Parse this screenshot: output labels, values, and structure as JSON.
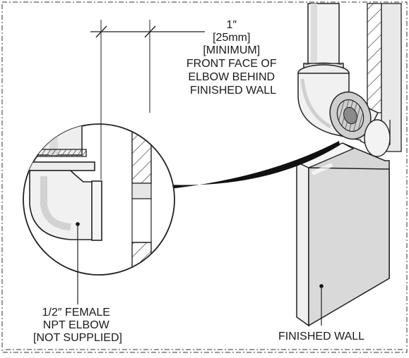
{
  "dimension": {
    "lines": [
      "1″",
      "[25mm]",
      "[MINIMUM]",
      "FRONT FACE OF",
      "ELBOW BEHIND",
      "FINISHED WALL"
    ]
  },
  "elbow_callout": {
    "lines": [
      "1/2″ FEMALE",
      "NPT ELBOW",
      "[NOT SUPPLIED]"
    ]
  },
  "wall_callout": {
    "label": "FINISHED WALL"
  }
}
